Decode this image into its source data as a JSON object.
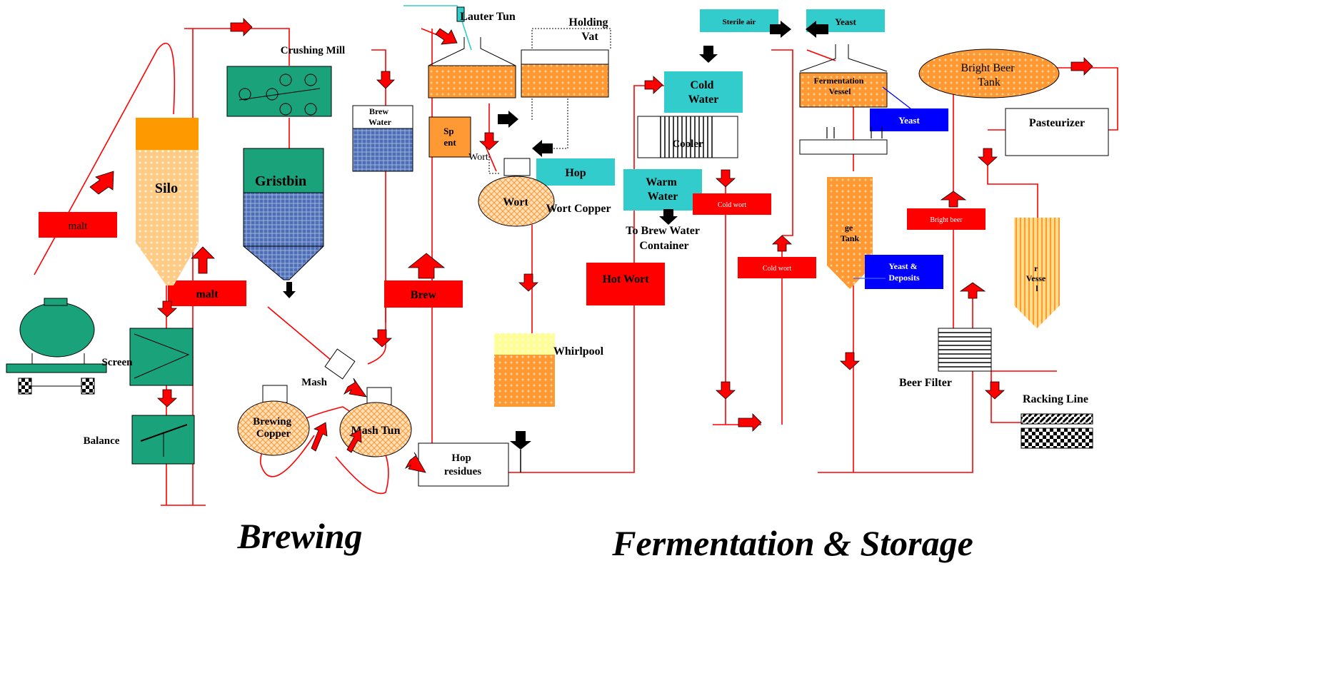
{
  "titles": {
    "brewing": "Brewing",
    "fermentation": "Fermentation & Storage"
  },
  "brewing": {
    "malt_tag_1": "malt",
    "malt_tag_2": "malt",
    "silo": "Silo",
    "screen": "Screen",
    "balance": "Balance",
    "crushing_mill": "Crushing Mill",
    "gristbin": "Gristbin",
    "brew_water": "Brew\nWater",
    "brew": "Brew",
    "mash": "Mash",
    "brewing_copper": "Brewing\nCopper",
    "mash_tun": "Mash Tun",
    "lauter_tun": "Lauter Tun",
    "holding_vat": "Holding\nVat",
    "spent": "Sp\nent",
    "wort_small": "Wort",
    "hop": "Hop",
    "wort": "Wort",
    "wort_copper": "Wort Copper",
    "whirlpool": "Whirlpool",
    "hop_residues": "Hop\nresidues"
  },
  "fermentation": {
    "sterile_air": "Sterile air",
    "yeast_top": "Yeast",
    "cold_water": "Cold\nWater",
    "cooler": "Cooler",
    "warm_water": "Warm\nWater",
    "to_brew_water": "To Brew Water\nContainer",
    "hot_wort": "Hot Wort",
    "cold_wort_1": "Cold wort",
    "cold_wort_2": "Cold wort",
    "fermentation_vessel": "Fermentation\nVessel",
    "yeast_blue": "Yeast",
    "storage_tank": "ge\nTank",
    "yeast_deposits": "Yeast &\nDeposits",
    "bright_beer_tank": "Bright Beer\nTank",
    "pasteurizer": "Pasteurizer",
    "bright_beer": "Bright beer",
    "vessel": "r\nVesse\nl",
    "beer_filter": "Beer Filter",
    "racking_line": "Racking Line"
  },
  "colors": {
    "flow": "#ff0000",
    "equipment_green": "#1aa37a",
    "cyan_label": "#33cccc",
    "blue_label": "#0000ff",
    "orange": "#ff9933",
    "grain_blue": "#4e6fb5"
  }
}
